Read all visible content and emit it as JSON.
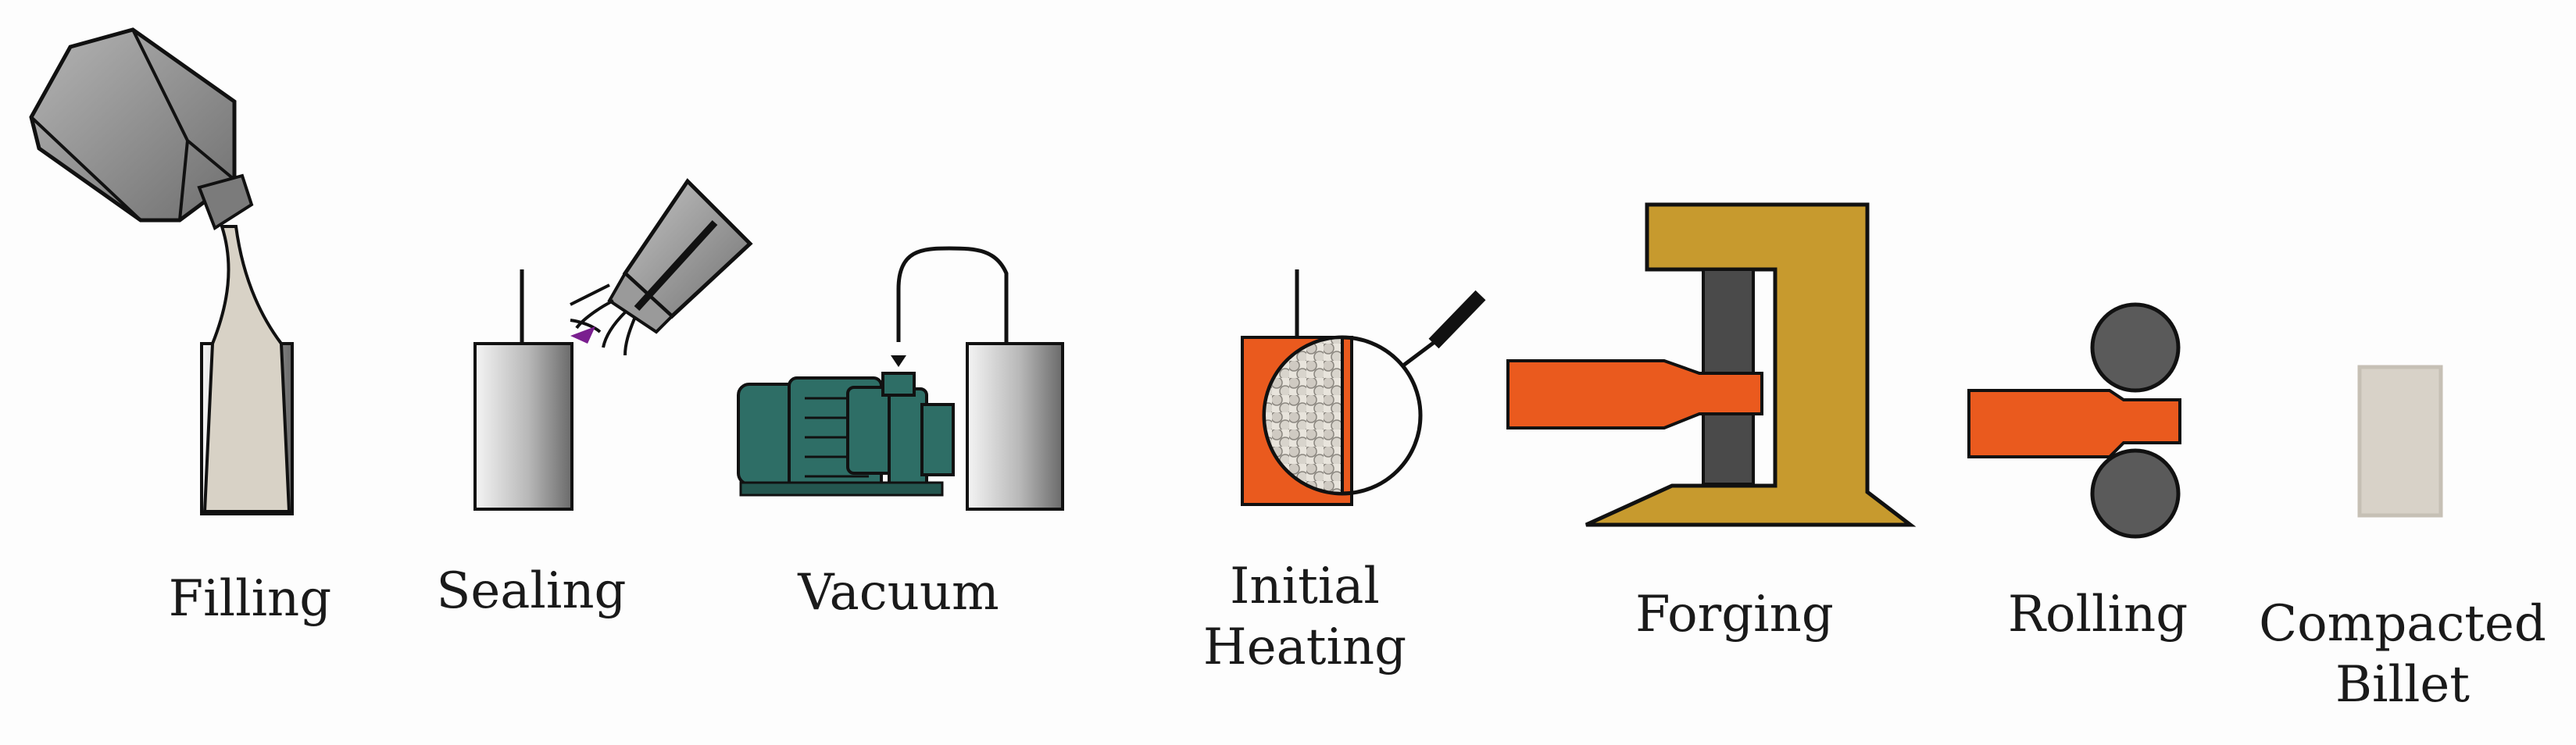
{
  "steps": [
    {
      "id": "filling",
      "label_lines": [
        "Filling"
      ]
    },
    {
      "id": "sealing",
      "label_lines": [
        "Sealing"
      ]
    },
    {
      "id": "vacuum",
      "label_lines": [
        "Vacuum"
      ]
    },
    {
      "id": "initial-heating",
      "label_lines": [
        "Initial",
        "Heating"
      ]
    },
    {
      "id": "forging",
      "label_lines": [
        "Forging"
      ]
    },
    {
      "id": "rolling",
      "label_lines": [
        "Rolling"
      ]
    },
    {
      "id": "compacted-billet",
      "label_lines": [
        "Compacted",
        "Billet"
      ]
    }
  ],
  "colors": {
    "outline": "#111111",
    "powder": "#d9d3c7",
    "billet_fill": "#d8d2c8",
    "billet_edge": "#c9c3b8",
    "hopper_gray": "#8d8d8d",
    "can_light": "#f2f2f2",
    "can_dark": "#6e6e6e",
    "seal_purple": "#7a1f8f",
    "pump_teal": "#2e6e66",
    "heat_orange": "#ea5a1e",
    "press_gold": "#c79a2e",
    "roller_gray": "#5a5a5a",
    "ram_dark": "#4a4a4a"
  }
}
